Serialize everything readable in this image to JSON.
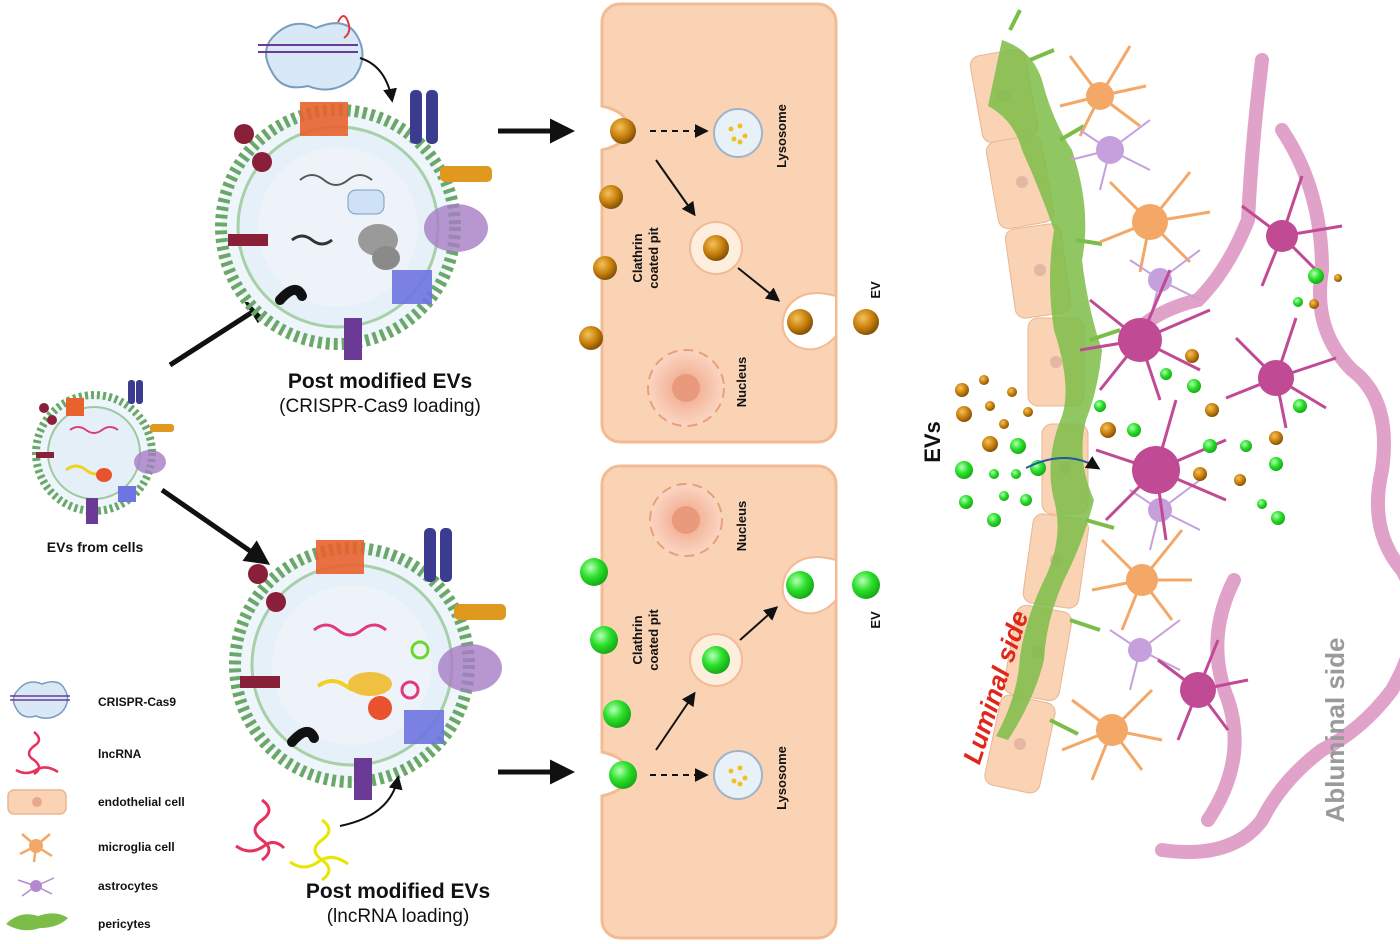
{
  "labels": {
    "evs_from_cells": "EVs from cells",
    "post_modified_1": "Post modified EVs",
    "post_modified_1_sub": "(CRISPR-Cas9 loading)",
    "post_modified_2": "Post modified EVs",
    "post_modified_2_sub": "(lncRNA loading)",
    "lysosome": "Lysosome",
    "clathrin_line1": "Clathrin",
    "clathrin_line2": "coated pit",
    "nucleus": "Nucleus",
    "ev": "EV",
    "evs": "EVs",
    "luminal_side": "Luminal side",
    "abluminal_side": "Abluminal side"
  },
  "legend": [
    {
      "icon": "crispr-cas9-icon",
      "label": "CRISPR-Cas9"
    },
    {
      "icon": "lncrna-icon",
      "label": "lncRNA"
    },
    {
      "icon": "endothelial-cell-icon",
      "label": "endothelial cell"
    },
    {
      "icon": "microglia-cell-icon",
      "label": "microglia cell"
    },
    {
      "icon": "astrocyte-icon",
      "label": "astrocytes"
    },
    {
      "icon": "pericyte-icon",
      "label": "pericytes"
    }
  ],
  "colors": {
    "cell_fill": "#f9d3b4",
    "cell_stroke": "#f2bb93",
    "ev_orange": "#c8800d",
    "ev_green": "#27d827",
    "membrane_green": "#6aa86a",
    "luminal_text": "#e0261b",
    "abluminal_text": "#9a9a9a",
    "pericyte_green": "#7cbd48",
    "microglia_orange": "#f4a867",
    "astro_purple": "#b689cf",
    "magenta": "#c04a93"
  }
}
